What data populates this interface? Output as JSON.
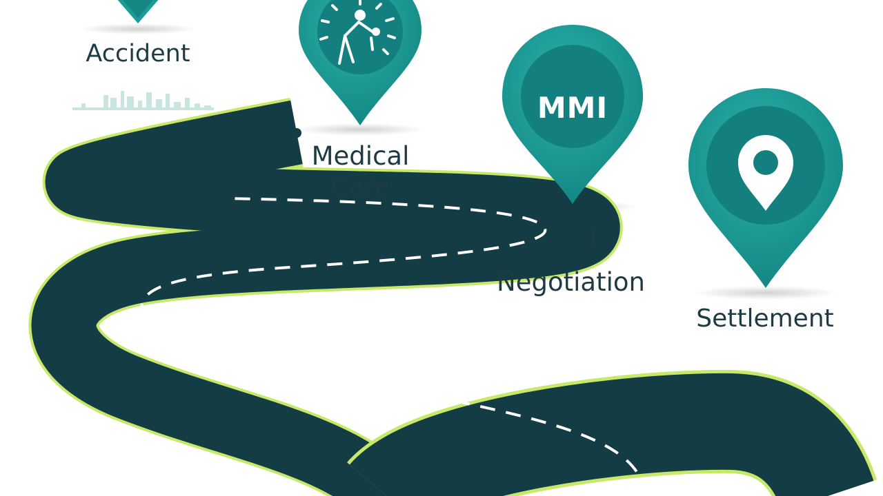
{
  "milestones": [
    {
      "label": "Accident",
      "icon": "location-pin-icon"
    },
    {
      "label": "Medical Care",
      "line1": "Medical",
      "line2": "Care",
      "icon": "injured-person-icon"
    },
    {
      "label": "Negotiation",
      "fragment": "l",
      "pin_text": "MMI"
    },
    {
      "label": "Settlement",
      "icon": "location-marker-icon"
    }
  ],
  "colors": {
    "pin": "#1c9c98",
    "pin_inner": "#137f7e",
    "road": "#133c45",
    "road_edge": "#c8e86a",
    "dash": "#ffffff",
    "text": "#1e3b43"
  }
}
